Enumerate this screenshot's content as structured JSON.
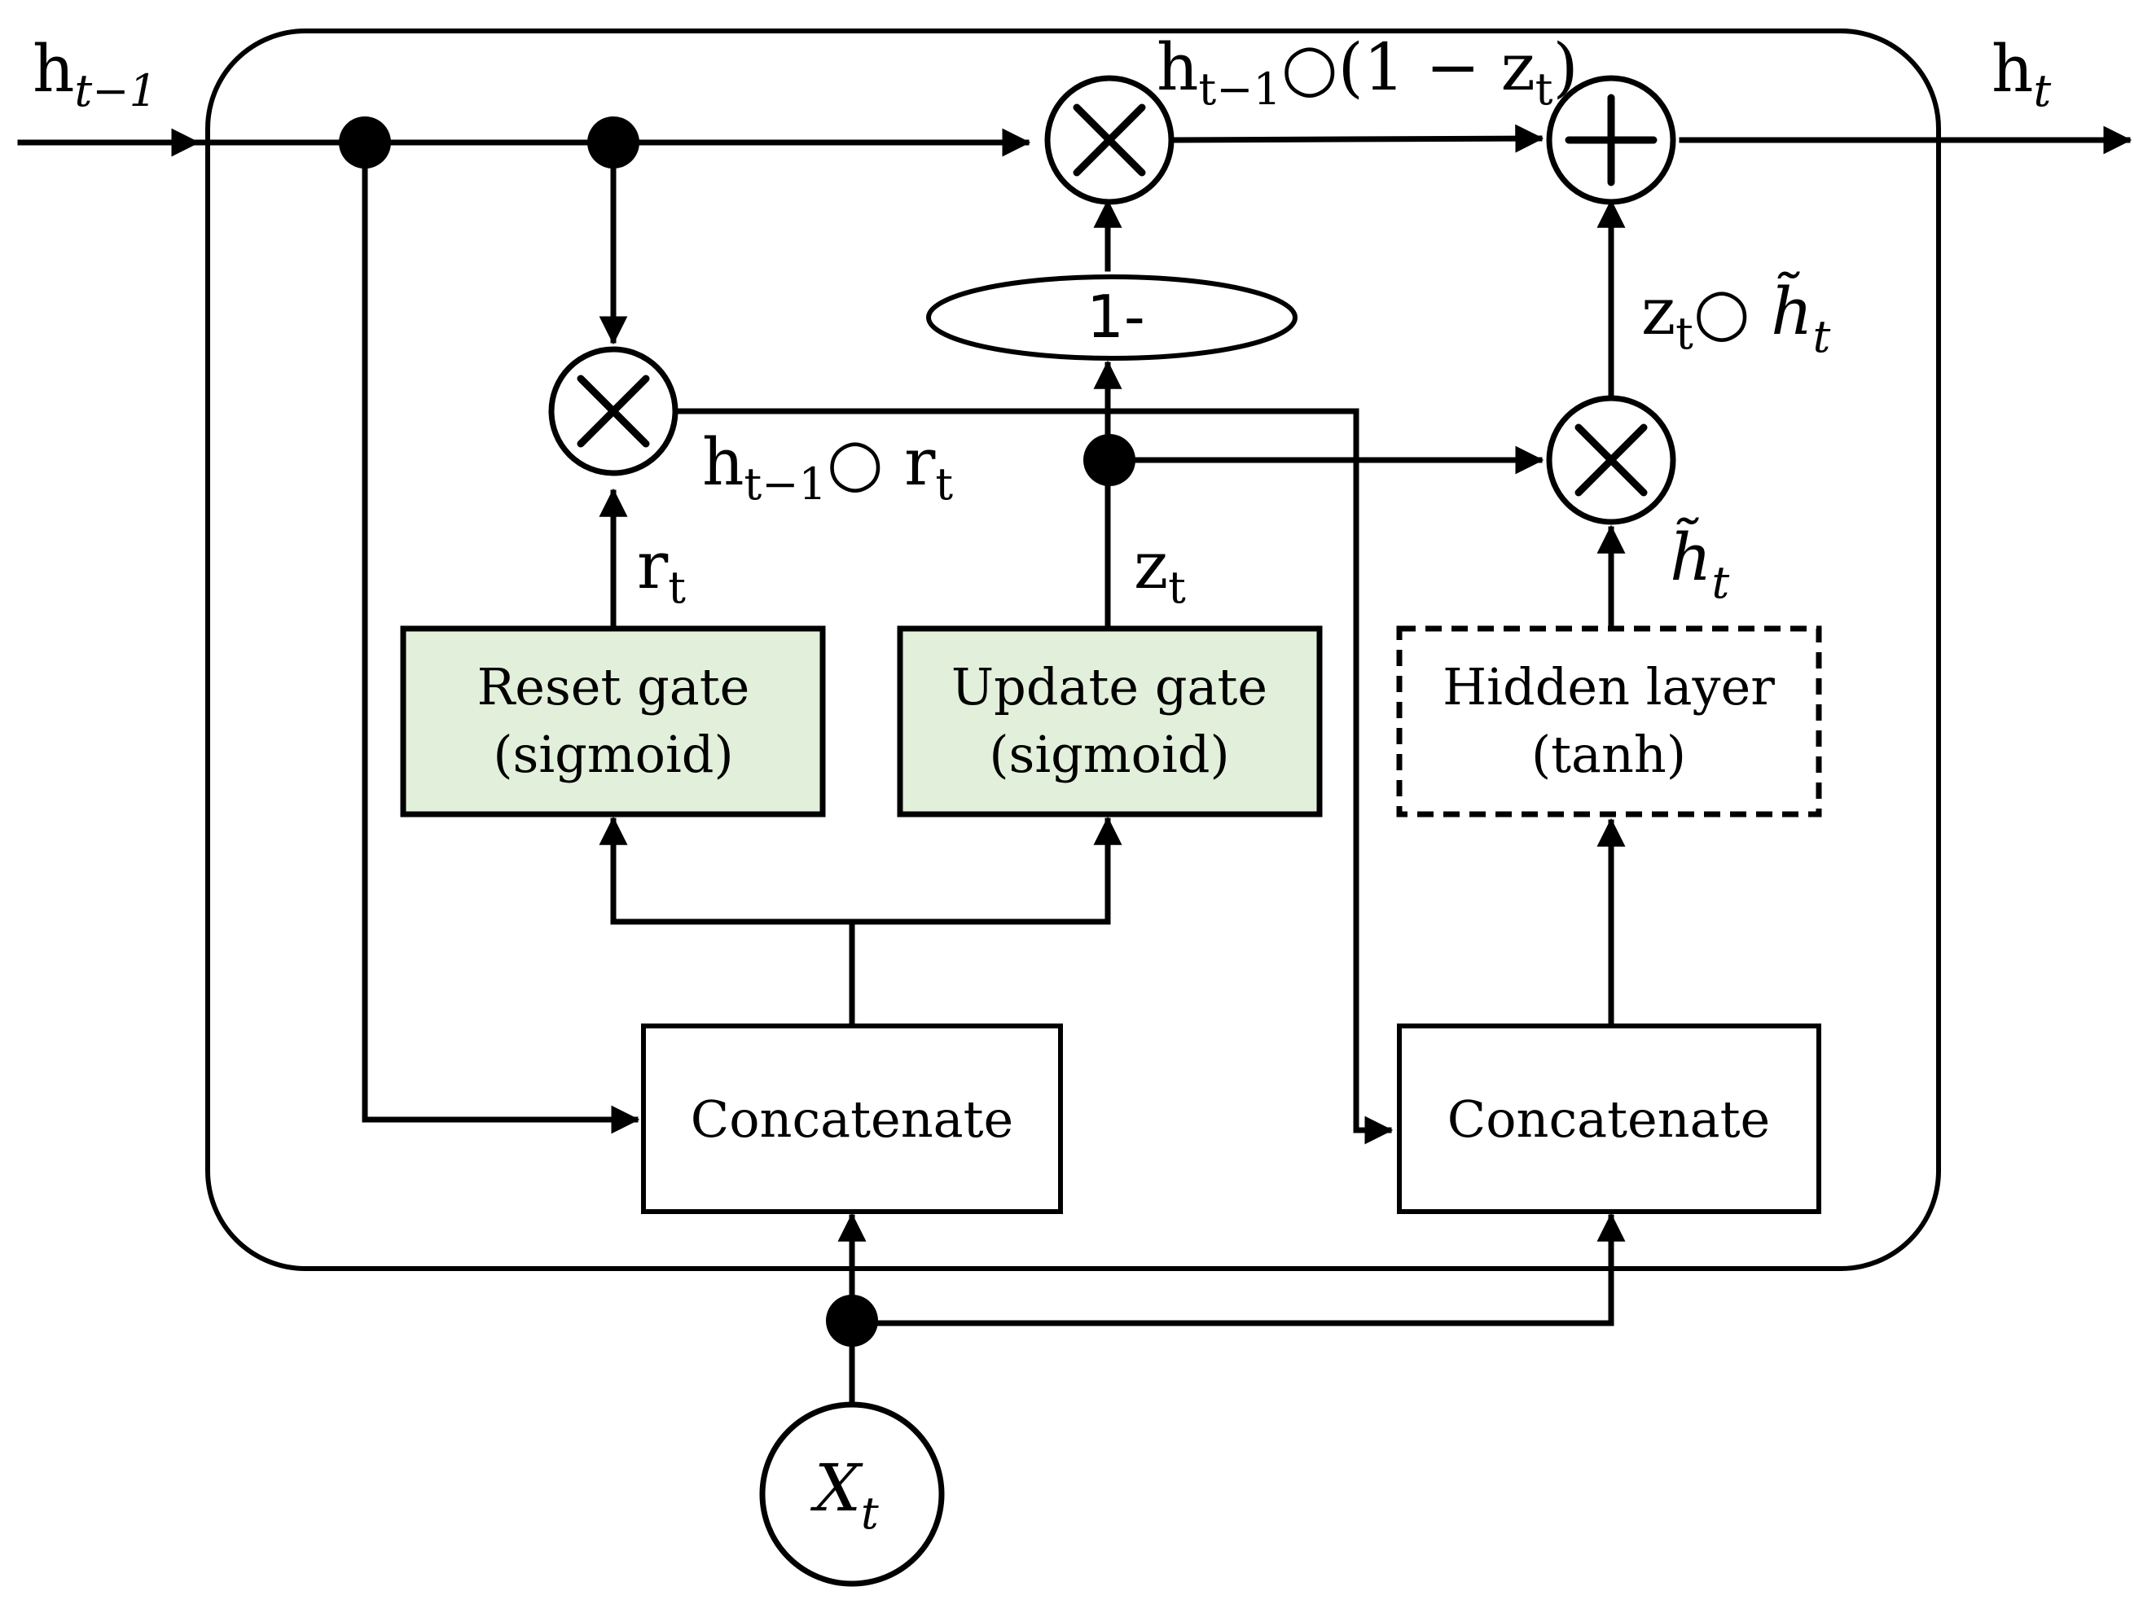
{
  "nodes": {
    "reset_gate": {
      "line1": "Reset gate",
      "line2": "(sigmoid)",
      "fill": "#e2efda"
    },
    "update_gate": {
      "line1": "Update gate",
      "line2": "(sigmoid)",
      "fill": "#e2efda"
    },
    "hidden_layer": {
      "line1": "Hidden layer",
      "line2": "(tanh)"
    },
    "concat_left": {
      "label": "Concatenate"
    },
    "concat_right": {
      "label": "Concatenate"
    },
    "one_minus": {
      "label": "1-"
    }
  },
  "labels": {
    "h_prev": {
      "base": "h",
      "sub": "t−1"
    },
    "h_t": {
      "base": "h",
      "sub": "t"
    },
    "x_t": {
      "base": "X",
      "sub": "t"
    },
    "r_t": {
      "base": "r",
      "sub": "t"
    },
    "z_t": {
      "base": "z",
      "sub": "t"
    },
    "h_tilde": {
      "base": "h̃",
      "sub": "t"
    },
    "h_prev_times_r": {
      "base": "h",
      "sub": "t−1",
      "op": "○ r",
      "sub2": "t"
    },
    "h_prev_times_one_minus_z": {
      "base": "h",
      "sub": "t−1",
      "op": "○(1 − z",
      "sub2": "t",
      "close": ")"
    },
    "z_times_h_tilde": {
      "base": "z",
      "sub": "t",
      "op": "○ h̃",
      "sub2": "t"
    }
  },
  "operators": {
    "multiply_icon": "multiply-circle",
    "add_icon": "plus-circle"
  }
}
